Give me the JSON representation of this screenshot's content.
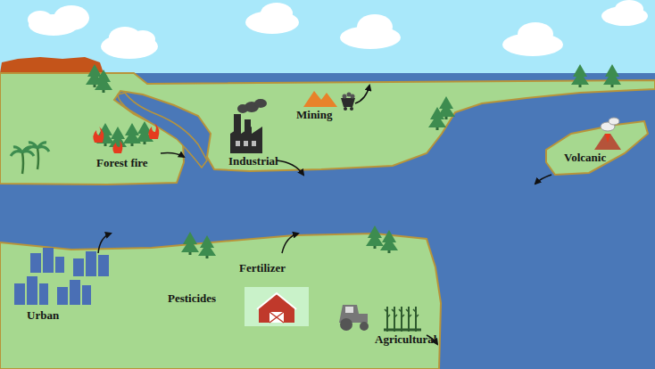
{
  "diagram": {
    "labels": [
      "Forest fire",
      "Industrial",
      "Mining",
      "Volcanic",
      "Urban",
      "Fertilizer",
      "Pesticides",
      "Agricultural"
    ]
  }
}
